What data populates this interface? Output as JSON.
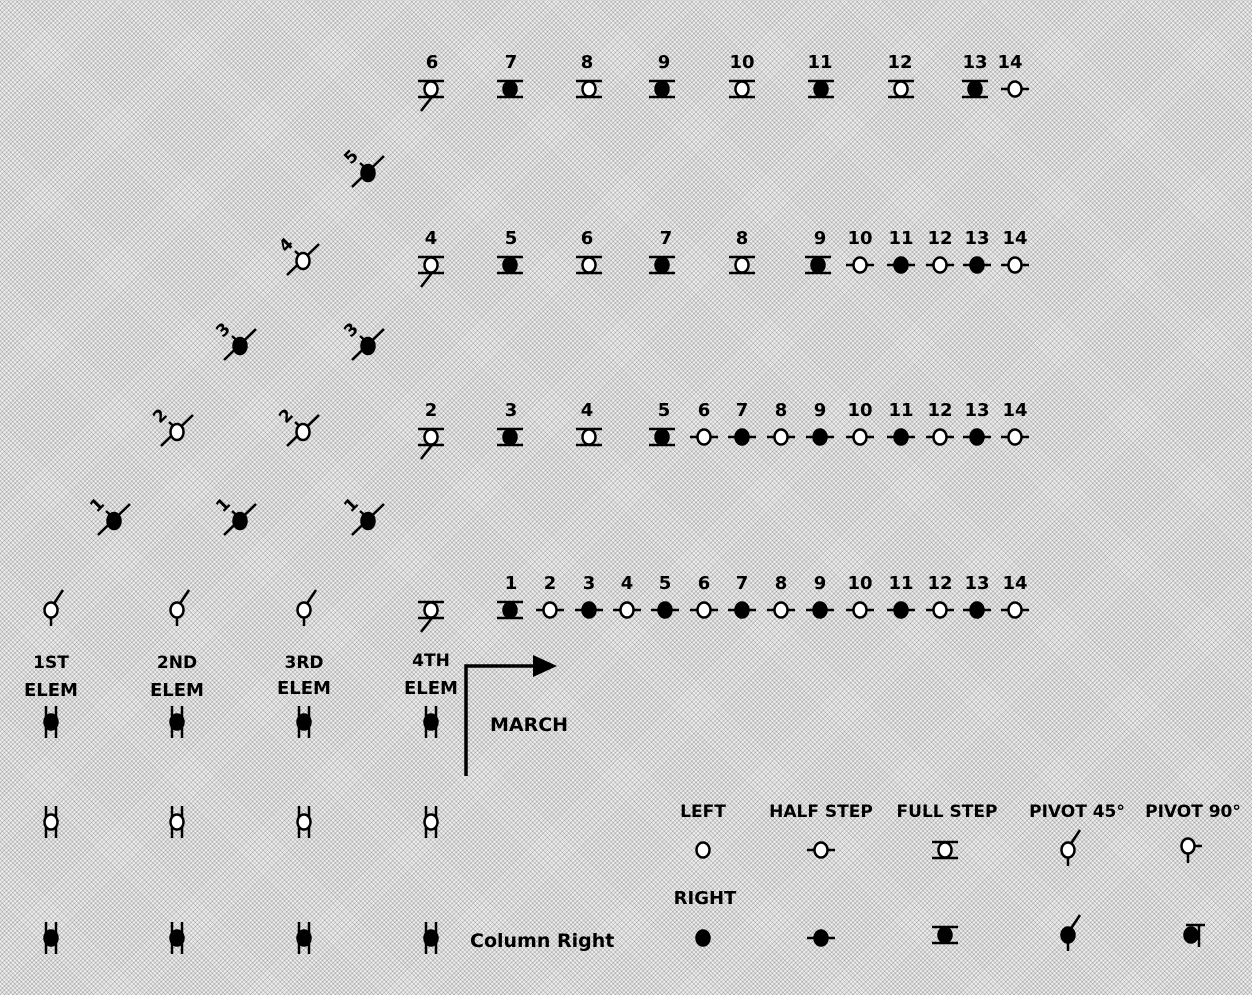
{
  "elements": [
    {
      "line1": "1ST",
      "line2": "ELEM"
    },
    {
      "line1": "2ND",
      "line2": "ELEM"
    },
    {
      "line1": "3RD",
      "line2": "ELEM"
    },
    {
      "line1": "4TH",
      "line2": "ELEM"
    }
  ],
  "march_label": "MARCH",
  "column_right_label": "Column Right",
  "legend": {
    "left": "LEFT",
    "right": "RIGHT",
    "half_step": "HALF STEP",
    "full_step": "FULL STEP",
    "pivot_45": "PIVOT 45°",
    "pivot_90": "PIVOT 90°"
  },
  "step_numbers": {
    "row1": [
      "1",
      "2",
      "3",
      "4",
      "5",
      "6",
      "7",
      "8",
      "9",
      "10",
      "11",
      "12",
      "13",
      "14"
    ],
    "row2": [
      "2",
      "3",
      "4",
      "5",
      "6",
      "7",
      "8",
      "9",
      "10",
      "11",
      "12",
      "13",
      "14"
    ],
    "row3": [
      "4",
      "5",
      "6",
      "7",
      "8",
      "9",
      "10",
      "11",
      "12",
      "13",
      "14"
    ],
    "row4": [
      "6",
      "7",
      "8",
      "9",
      "10",
      "11",
      "12",
      "13",
      "14"
    ],
    "diag_1": "1",
    "diag_2": "2",
    "diag_3": "3",
    "diag_4": "4",
    "diag_5": "5"
  }
}
